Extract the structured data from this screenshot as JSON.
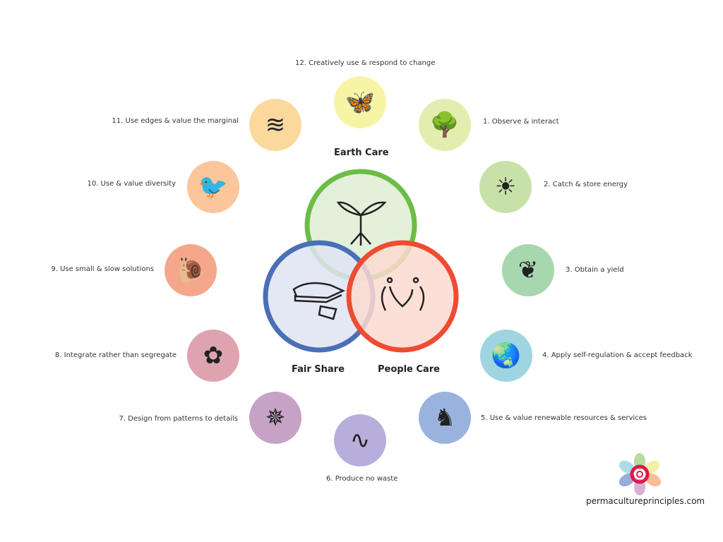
{
  "ethics": {
    "earth": "Earth Care",
    "fair": "Fair Share",
    "people": "People Care"
  },
  "colors": {
    "earth": "#6cbd45",
    "fair": "#4a6fb5",
    "people": "#ee4b32"
  },
  "principles": [
    {
      "label": "1. Observe & interact",
      "icon": "tree-icon",
      "color": "#e3edb0"
    },
    {
      "label": "2. Catch & store energy",
      "icon": "jar-sun-icon",
      "color": "#c8e1a9"
    },
    {
      "label": "3. Obtain a yield",
      "icon": "beet-icon",
      "color": "#a6d7ae"
    },
    {
      "label": "4. Apply self-regulation & accept feedback",
      "icon": "globe-icon",
      "color": "#9ed5e0"
    },
    {
      "label": "5. Use & value renewable resources & services",
      "icon": "horse-icon",
      "color": "#9ab3de"
    },
    {
      "label": "6. Produce no waste",
      "icon": "worm-icon",
      "color": "#b8aedb"
    },
    {
      "label": "7. Design from patterns to details",
      "icon": "spiderweb-icon",
      "color": "#c6a2c7"
    },
    {
      "label": "8. Integrate rather than segregate",
      "icon": "circle-of-people-icon",
      "color": "#dfa3b0"
    },
    {
      "label": "9. Use small & slow solutions",
      "icon": "snail-icon",
      "color": "#f4a78b"
    },
    {
      "label": "10. Use & value diversity",
      "icon": "hummingbird-icon",
      "color": "#fbc69b"
    },
    {
      "label": "11. Use edges & value the marginal",
      "icon": "river-sun-icon",
      "color": "#fbd99d"
    },
    {
      "label": "12. Creatively use & respond to change",
      "icon": "butterfly-icon",
      "color": "#f8f4a6"
    }
  ],
  "site": "permacultureprinciples.com"
}
